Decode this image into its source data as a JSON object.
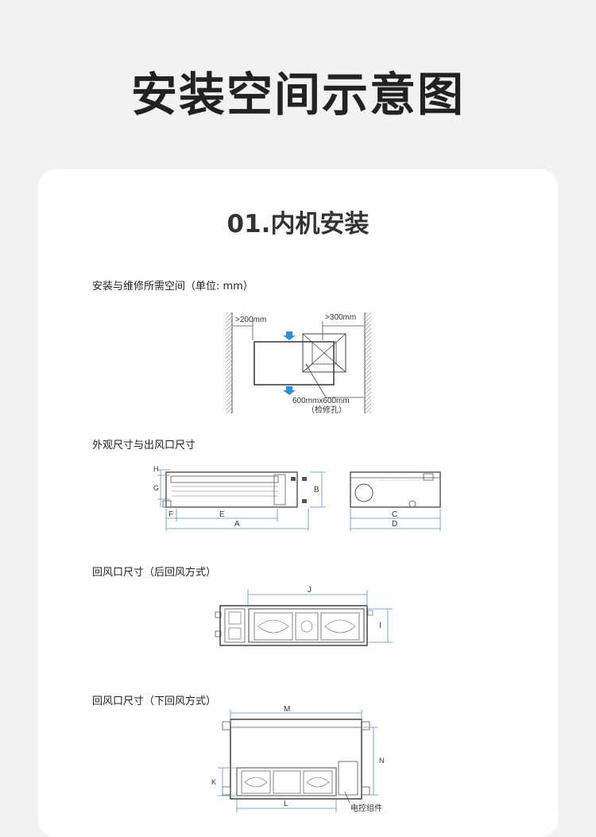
{
  "header": {
    "title": "安装空间示意图"
  },
  "section": {
    "title": "01.内机安装"
  },
  "labels": {
    "space": "安装与维修所需空间（单位: mm）",
    "outline": "外观尺寸与出风口尺寸",
    "rear_return": "回风口尺寸（后回风方式）",
    "bottom_return": "回风口尺寸（下回风方式）"
  },
  "diagram1": {
    "left_clearance": ">200mm",
    "right_clearance": ">300mm",
    "hole_size": "600mmx600mm",
    "hole_name": "（检修孔）"
  },
  "diagram2": {
    "dims": {
      "H": "H",
      "G": "G",
      "B": "B",
      "F": "F",
      "E": "E",
      "A": "A",
      "C": "C",
      "D": "D"
    }
  },
  "diagram3": {
    "dims": {
      "J": "J",
      "I": "I"
    }
  },
  "diagram4": {
    "dims": {
      "M": "M",
      "N": "N",
      "K": "K",
      "L": "L"
    },
    "control_box": "电控组件"
  },
  "colors": {
    "arrow": "#2d8fd5",
    "line": "#333333",
    "dim": "#5a8fc8"
  }
}
